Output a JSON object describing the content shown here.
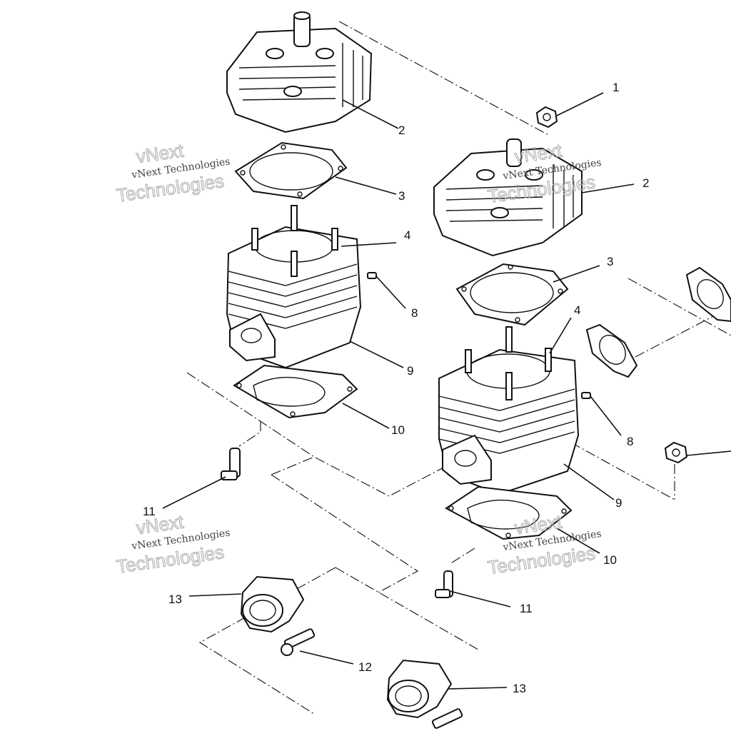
{
  "diagram": {
    "callouts": [
      "1",
      "2",
      "3",
      "4",
      "8",
      "9",
      "10",
      "11",
      "12",
      "13"
    ],
    "watermark": {
      "line1": "vNext Technologies",
      "line2": "vNext",
      "line3": "Technologies"
    }
  }
}
